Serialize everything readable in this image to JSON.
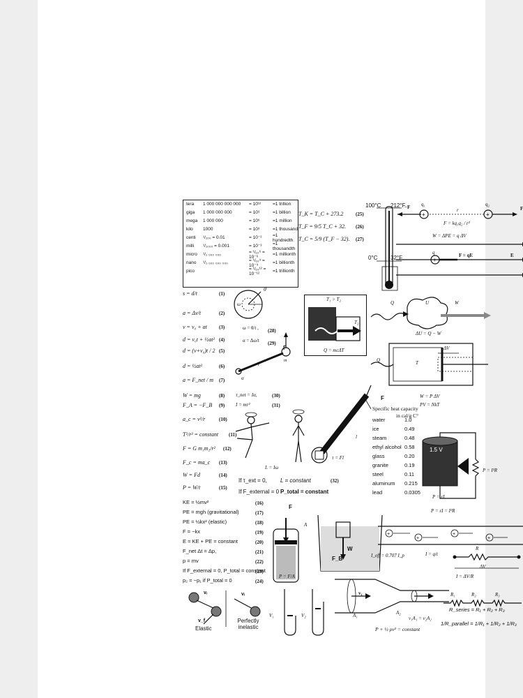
{
  "prefixes": [
    {
      "name": "tera",
      "value": "1 000 000 000 000",
      "power": "= 10¹²",
      "word": "=1 trillion"
    },
    {
      "name": "giga",
      "value": "1 000 000 000",
      "power": "= 10⁹",
      "word": "=1 billion"
    },
    {
      "name": "mega",
      "value": "1 000 000",
      "power": "= 10⁶",
      "word": "=1 million"
    },
    {
      "name": "kilo",
      "value": "1000",
      "power": "= 10³",
      "word": "=1 thousand"
    },
    {
      "name": "centi",
      "value": "¹/₁₀₀   = 0.01",
      "power": "= 10⁻²",
      "word": "=1 hundredth"
    },
    {
      "name": "milli",
      "value": "¹/₁₀₀₀  = 0.001",
      "power": "= 10⁻³",
      "word": "=1 thousandth"
    },
    {
      "name": "micro",
      "value": "¹/₁ ₀₀₀ ₀₀₀",
      "power": "= ¹/₁₀⁶ = 10⁻⁶",
      "word": "=1 millionth"
    },
    {
      "name": "nano",
      "value": "¹/₁ ₀₀₀ ₀₀₀ ₀₀₀",
      "power": "= ¹/₁₀⁹ = 10⁻⁹",
      "word": "=1 billionth"
    },
    {
      "name": "pico",
      "value": "",
      "power": "= ¹/₁₀¹² = 10⁻¹²",
      "word": "=1 trillionth"
    }
  ],
  "temperature": {
    "eq25": "T_K = T_C + 273.2",
    "n25": "(25)",
    "eq26": "T_F = 9/5 T_C + 32.",
    "n26": "(26)",
    "eq27": "T_C = 5/9 (T_F − 32).",
    "n27": "(27)",
    "c100": "100°C",
    "f212": "212°F",
    "c0": "0°C",
    "f32": "32°F"
  },
  "coulomb": {
    "f_left": "−F",
    "q1": "q₁",
    "r": "r",
    "q2": "q₂",
    "f_right": "F",
    "law": "F = kq₁q₂ / r²",
    "work": "W = ΔPE = q ΔV",
    "q": "q",
    "fqe": "F = qE",
    "e": "E"
  },
  "mechanics": [
    {
      "eq": "s = d/t",
      "n": "(1)"
    },
    {
      "eq": "a = Δv/t",
      "n": "(2)"
    },
    {
      "eq": "v = v₀ + at",
      "n": "(3)"
    },
    {
      "eq": "d = v₀t + ½at²",
      "n": "(4)"
    },
    {
      "eq": "d = (v+v₀)t / 2",
      "n": "(5)"
    },
    {
      "eq": "d = ½at²",
      "n": "(6)"
    },
    {
      "eq": "a = F_net / m",
      "n": "(7)"
    },
    {
      "eq": "W = mg",
      "n": "(8)"
    },
    {
      "eq": "F_A = −F_B",
      "n": "(9)"
    },
    {
      "eq": "a_c = v²/r",
      "n": "(10)"
    },
    {
      "eq": "T²/r³ = constant",
      "n": "(11)"
    },
    {
      "eq": "F = G m₁m₂/r²",
      "n": "(12)"
    },
    {
      "eq": "F_c = ma_c",
      "n": "(13)"
    },
    {
      "eq": "W = Fd",
      "n": "(14)"
    },
    {
      "eq": "P = W/t",
      "n": "(15)"
    }
  ],
  "rotation": {
    "theta": "θ",
    "omega": "ω",
    "eq28": "ω = θ/t ,",
    "n28": "(28)",
    "eq29": "α = Δω/t",
    "n29": "(29)",
    "f": "F",
    "r": "r",
    "m": "m",
    "alpha": "α",
    "eq30": "τ_net = Iα,",
    "n30": "(30)",
    "eq31": "I = mr²",
    "n31": "(31)",
    "angmom": "L = Iω",
    "torque": "τ = Fl",
    "l": "l"
  },
  "conservation": {
    "tau_ext": "If τ_ext = 0,",
    "l_const": "L = constant",
    "n32": "(32)",
    "f_ext": "If F_external = 0",
    "p_total": "P_total = constant"
  },
  "heat": {
    "t_compare": "T₁ > T₂",
    "t2": "T₂",
    "q_eq": "Q = mcΔT",
    "q": "Q",
    "u": "U",
    "w": "W",
    "first_law": "ΔU = Q − W",
    "dv": "ΔV",
    "t": "T",
    "work_pv": "W = P ΔV",
    "ideal_gas": "PV = NkT"
  },
  "specific_heat": {
    "title": "Specific heat capacity",
    "unit": "in cal/g C°",
    "rows": [
      {
        "material": "water",
        "value": "1.0"
      },
      {
        "material": "ice",
        "value": "0.49"
      },
      {
        "material": "steam",
        "value": "0.48"
      },
      {
        "material": "ethyl alcohol",
        "value": "0.58"
      },
      {
        "material": "glass",
        "value": "0.20"
      },
      {
        "material": "granite",
        "value": "0.19"
      },
      {
        "material": "steel",
        "value": "0.11"
      },
      {
        "material": "aluminum",
        "value": "0.215"
      },
      {
        "material": "lead",
        "value": "0.0305"
      }
    ]
  },
  "electric": {
    "battery": "1.5 V",
    "p_i2r": "P = I²R",
    "p_ei": "P = εI",
    "p_full": "P = εI = I²R",
    "i_eff": "I_eff = 0.707 I_p",
    "i_qt": "I = q/t",
    "r": "R",
    "dv": "ΔV",
    "ohm": "I = ΔV/R",
    "r1": "R₁",
    "r2": "R₂",
    "r3": "R₃",
    "series": "R_series = R₁ + R₂ + R₃",
    "parallel": "1/R_parallel = 1/R₁ + 1/R₂ + 1/R₃"
  },
  "energy": [
    {
      "eq": "KE = ½mv²",
      "n": "(16)"
    },
    {
      "eq": "PE = mgh  (gravitational)",
      "n": "(17)"
    },
    {
      "eq": "PE = ½kx²  (elastic)",
      "n": "(18)"
    },
    {
      "eq": "F = −kx",
      "n": "(19)"
    },
    {
      "eq": "E = KE + PE = constant",
      "n": "(20)"
    },
    {
      "eq": "F_net Δt = Δp,",
      "n": "(21)"
    },
    {
      "eq": "p = mv",
      "n": "(22)"
    },
    {
      "eq": "If F_external = 0,  P_total = constant",
      "n": "(23)"
    },
    {
      "eq": "p₂ = −p₁  if  P_total = 0",
      "n": "(24)"
    }
  ],
  "fluids": {
    "f": "F",
    "a": "A",
    "pressure": "P = F/A",
    "w": "W",
    "fb": "F_B",
    "v1": "V₁",
    "v2": "V₂",
    "vel1": "v₁",
    "vel2": "v₂",
    "a1": "A₁",
    "a2": "A₂",
    "continuity": "v₁A₁ = v₂A₂",
    "bernoulli": "P + ½ ρv² = constant"
  },
  "collisions": {
    "vi": "vᵢ",
    "vf": "v_f",
    "elastic": "Elastic",
    "inelastic": "Perfectly inelastic"
  }
}
